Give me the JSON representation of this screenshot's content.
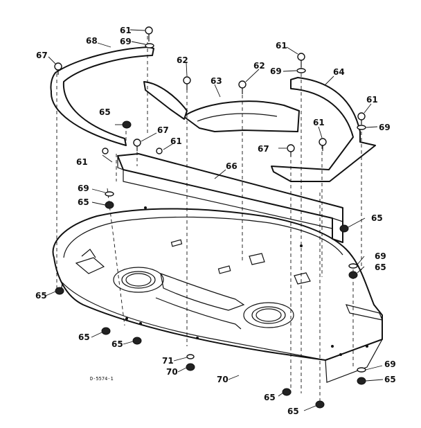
{
  "figure_code": "D-5574-1",
  "callouts": {
    "c61a": "61",
    "c61b": "61",
    "c61c": "61",
    "c61d": "61",
    "c61e": "61",
    "c61f": "61",
    "c62a": "62",
    "c62b": "62",
    "c63": "63",
    "c64": "64",
    "c65a": "65",
    "c65b": "65",
    "c65c": "65",
    "c65d": "65",
    "c65e": "65",
    "c65f": "65",
    "c65g": "65",
    "c65h": "65",
    "c65i": "65",
    "c65j": "65",
    "c66": "66",
    "c67a": "67",
    "c67b": "67",
    "c67c": "67",
    "c68": "68",
    "c69a": "69",
    "c69b": "69",
    "c69c": "69",
    "c69d": "69",
    "c69e": "69",
    "c69f": "69",
    "c70a": "70",
    "c70b": "70",
    "c71": "71"
  }
}
